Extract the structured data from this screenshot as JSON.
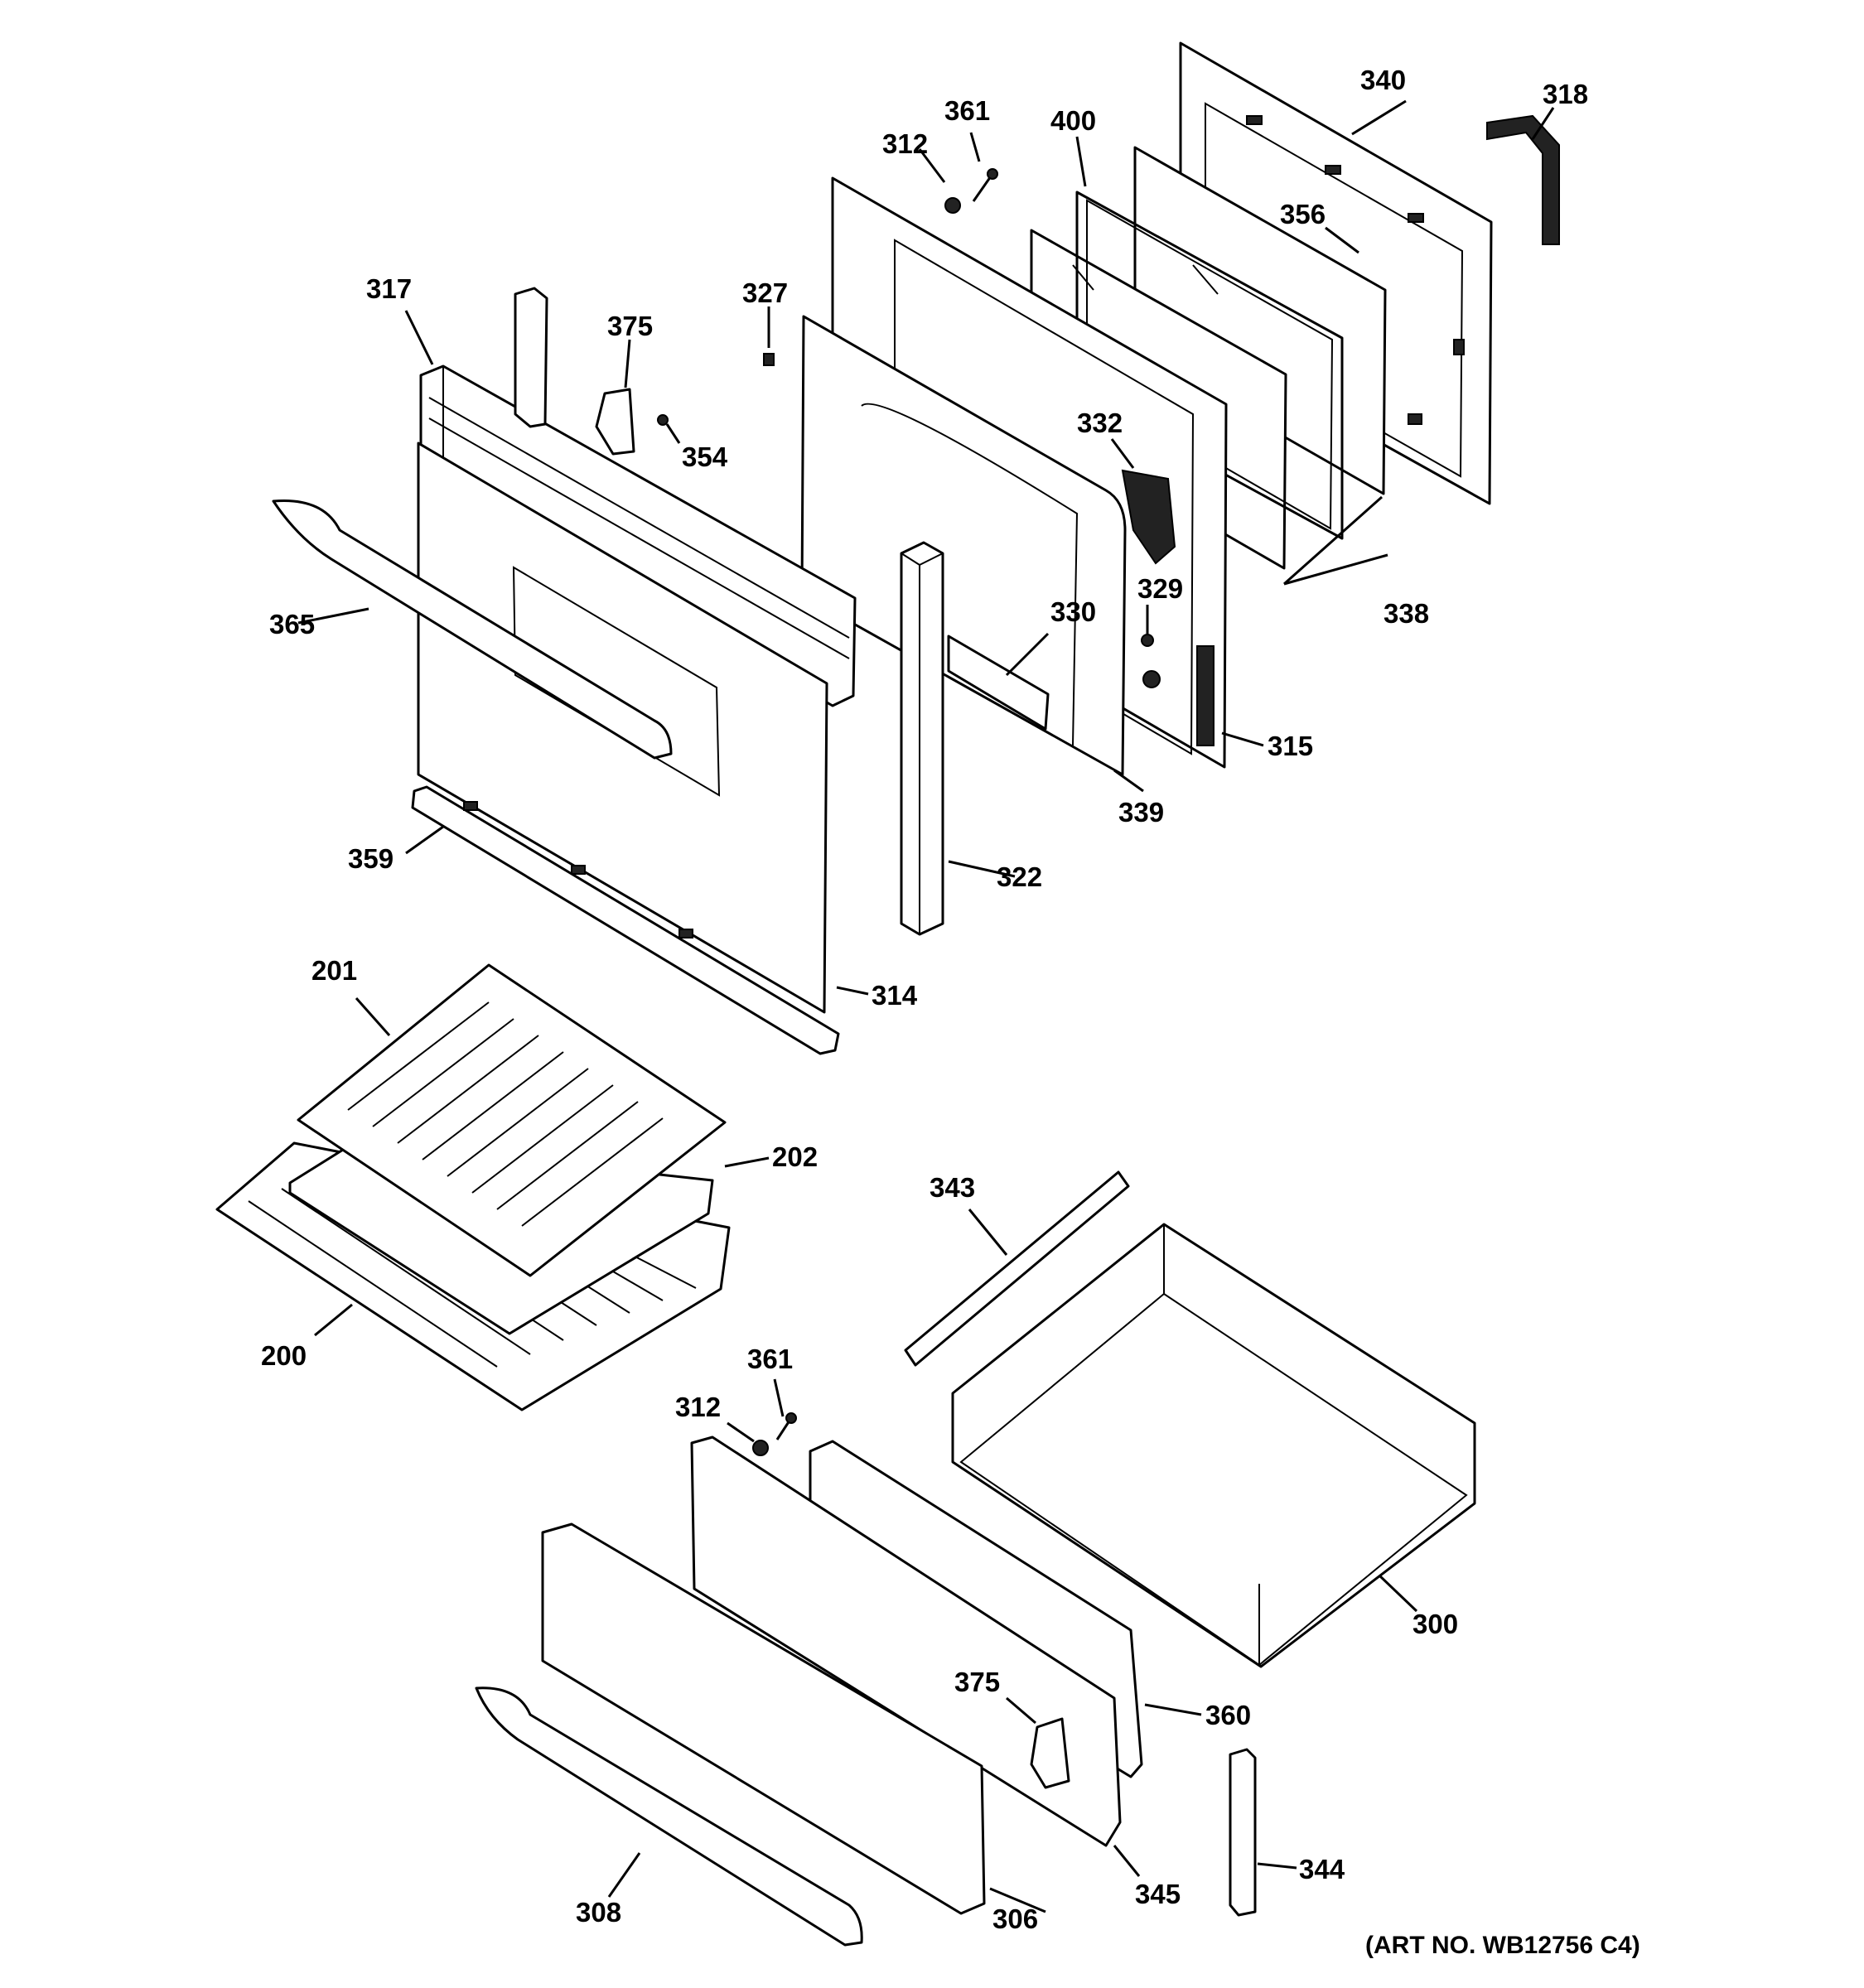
{
  "callouts": {
    "c340": "340",
    "c318": "318",
    "c361a": "361",
    "c400": "400",
    "c312a": "312",
    "c356": "356",
    "c317": "317",
    "c375a": "375",
    "c327": "327",
    "c354": "354",
    "c332": "332",
    "c365": "365",
    "c329": "329",
    "c330": "330",
    "c338": "338",
    "c315": "315",
    "c339": "339",
    "c359": "359",
    "c322": "322",
    "c314": "314",
    "c201": "201",
    "c202": "202",
    "c343": "343",
    "c200": "200",
    "c361b": "361",
    "c312b": "312",
    "c300": "300",
    "c375b": "375",
    "c360": "360",
    "c344": "344",
    "c308": "308",
    "c306": "306",
    "c345": "345"
  },
  "art_number": "(ART NO. WB12756 C4)"
}
